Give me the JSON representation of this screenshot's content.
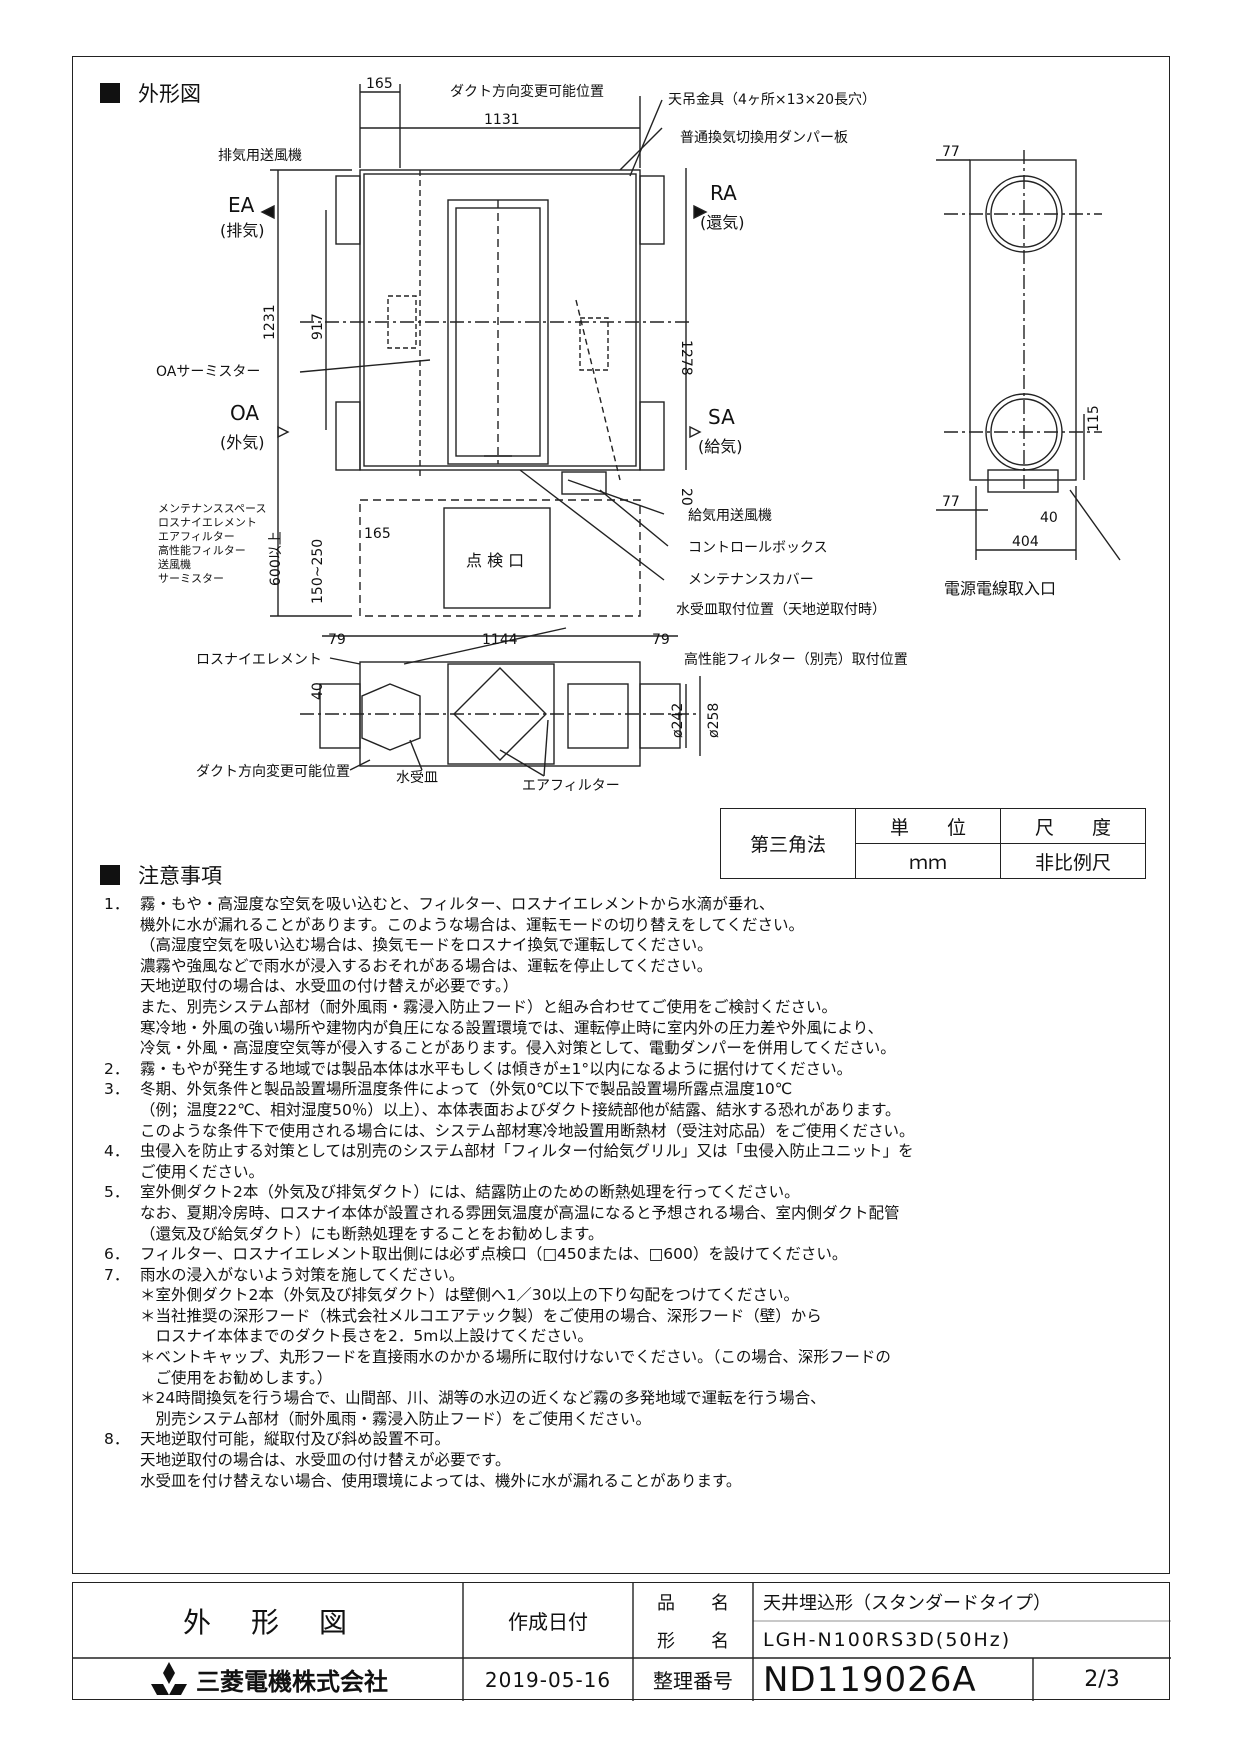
{
  "section_outline": "外形図",
  "section_notes": "注意事項",
  "drawing": {
    "labels": {
      "duct_change": "ダクト方向変更可能位置",
      "hanger": "天吊金具（4ヶ所×13×20長穴）",
      "damper": "普通換気切換用ダンパー板",
      "exhaust_fan": "排気用送風機",
      "ea": "EA",
      "ea_sub": "(排気)",
      "ra": "RA",
      "ra_sub": "(還気)",
      "oa": "OA",
      "oa_sub": "(外気)",
      "sa": "SA",
      "sa_sub": "(給気)",
      "oa_thermistor": "OAサーミスター",
      "supply_fan": "給気用送風機",
      "control_box": "コントロールボックス",
      "maint_cover": "メンテナンスカバー",
      "inspection": "点 検 口",
      "maint_space": [
        "メンテナンススペース",
        "ロスナイエレメント",
        "エアフィルター",
        "高性能フィルター",
        "送風機",
        "サーミスター"
      ],
      "drain_pos": "水受皿取付位置（天地逆取付時）",
      "element": "ロスナイエレメント",
      "hp_filter": "高性能フィルター（別売）取付位置",
      "duct_change2": "ダクト方向変更可能位置",
      "drain_pan": "水受皿",
      "air_filter": "エアフィルター",
      "power_entry": "電源電線取入口"
    },
    "dims": {
      "d165": "165",
      "d1131": "1131",
      "d1231": "1231",
      "d917": "917",
      "d1278": "1278",
      "d20": "20",
      "d150_250": "150~250",
      "d600": "600以上",
      "d165b": "165",
      "d79a": "79",
      "d1144": "1144",
      "d79b": "79",
      "d40": "40",
      "d242": "ø242",
      "d258": "ø258",
      "d77a": "77",
      "d115": "115",
      "d77b": "77",
      "d40b": "40",
      "d404": "404"
    }
  },
  "scale_table": {
    "method": "第三角法",
    "unit_h": "単　　位",
    "unit_v": "ｍｍ",
    "scale_h": "尺　　度",
    "scale_v": "非比例尺"
  },
  "notes": [
    {
      "num": "1．",
      "lines": [
        "霧・もや・高湿度な空気を吸い込むと、フィルター、ロスナイエレメントから水滴が垂れ、",
        "機外に水が漏れることがあります。このような場合は、運転モードの切り替えをしてください。",
        "（高湿度空気を吸い込む場合は、換気モードをロスナイ換気で運転してください。",
        "濃霧や強風などで雨水が浸入するおそれがある場合は、運転を停止してください。",
        "天地逆取付の場合は、水受皿の付け替えが必要です。）",
        "また、別売システム部材（耐外風雨・霧浸入防止フード）と組み合わせてご使用をご検討ください。",
        "寒冷地・外風の強い場所や建物内が負圧になる設置環境では、運転停止時に室内外の圧力差や外風により、",
        "冷気・外風・高湿度空気等が侵入することがあります。侵入対策として、電動ダンパーを併用してください。"
      ]
    },
    {
      "num": "2．",
      "lines": [
        "霧・もやが発生する地域では製品本体は水平もしくは傾きが±1°以内になるように据付けてください。"
      ]
    },
    {
      "num": "3．",
      "lines": [
        "冬期、外気条件と製品設置場所温度条件によって（外気0℃以下で製品設置場所露点温度10℃",
        "（例；温度22℃、相対湿度50％）以上）、本体表面およびダクト接続部他が結露、結氷する恐れがあります。",
        "このような条件下で使用される場合には、システム部材寒冷地設置用断熱材（受注対応品）をご使用ください。"
      ]
    },
    {
      "num": "4．",
      "lines": [
        "虫侵入を防止する対策としては別売のシステム部材「フィルター付給気グリル」又は「虫侵入防止ユニット」を",
        "ご使用ください。"
      ]
    },
    {
      "num": "5．",
      "lines": [
        "室外側ダクト2本（外気及び排気ダクト）には、結露防止のための断熱処理を行ってください。",
        "なお、夏期冷房時、ロスナイ本体が設置される雰囲気温度が高温になると予想される場合、室内側ダクト配管",
        "（還気及び給気ダクト）にも断熱処理をすることをお勧めします。"
      ]
    },
    {
      "num": "6．",
      "lines": [
        "フィルター、ロスナイエレメント取出側には必ず点検口（□450または、□600）を設けてください。"
      ]
    },
    {
      "num": "7．",
      "lines": [
        "雨水の浸入がないよう対策を施してください。",
        "＊室外側ダクト2本（外気及び排気ダクト）は壁側へ1／30以上の下り勾配をつけてください。",
        "＊当社推奨の深形フード（株式会社メルコエアテック製）をご使用の場合、深形フード（壁）から",
        "　ロスナイ本体までのダクト長さを2．5m以上設けてください。",
        "＊ベントキャップ、丸形フードを直接雨水のかかる場所に取付けないでください。（この場合、深形フードの",
        "　ご使用をお勧めします。）",
        "＊24時間換気を行う場合で、山間部、川、湖等の水辺の近くなど霧の多発地域で運転を行う場合、",
        "　別売システム部材（耐外風雨・霧浸入防止フード）をご使用ください。"
      ]
    },
    {
      "num": "8．",
      "lines": [
        "天地逆取付可能，縦取付及び斜め設置不可。",
        "天地逆取付の場合は、水受皿の付け替えが必要です。",
        "水受皿を付け替えない場合、使用環境によっては、機外に水が漏れることがあります。"
      ]
    }
  ],
  "title_block": {
    "title": "外　形　図",
    "created_label": "作成日付",
    "created_date": "2019-05-16",
    "hinmei_label": "品　　名",
    "katamei_label": "形　　名",
    "hinmei": "天井埋込形（スタンダードタイプ）",
    "katamei": "LGH-N100RS3D(50Hz)",
    "seiri_label": "整理番号",
    "doc_no": "ND119026A",
    "page": "2/3",
    "company": "三菱電機株式会社"
  }
}
